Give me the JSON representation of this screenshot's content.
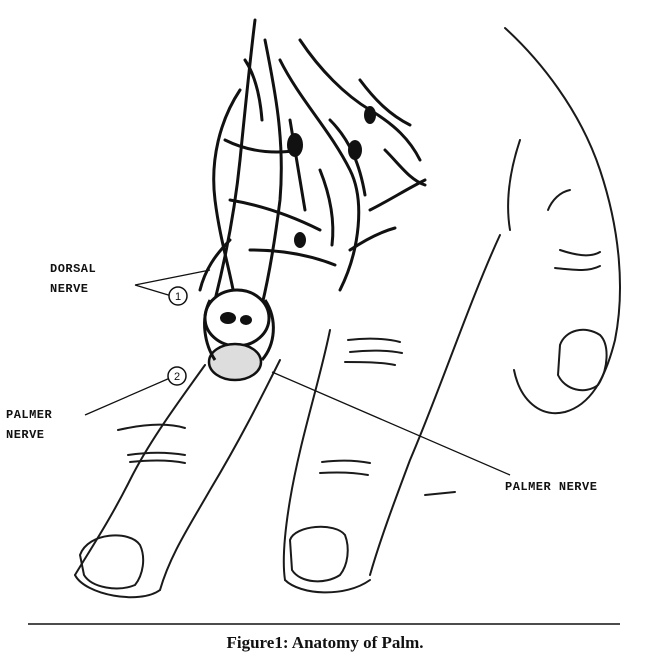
{
  "labels": {
    "dorsal_nerve_line1": "DORSAL",
    "dorsal_nerve_line2": "NERVE",
    "palmer_nerve_left_line1": "PALMER",
    "palmer_nerve_left_line2": "NERVE",
    "palmer_nerve_right": "PALMER NERVE",
    "marker_1": "1",
    "marker_2": "2"
  },
  "caption": "Figure1: Anatomy of Palm."
}
